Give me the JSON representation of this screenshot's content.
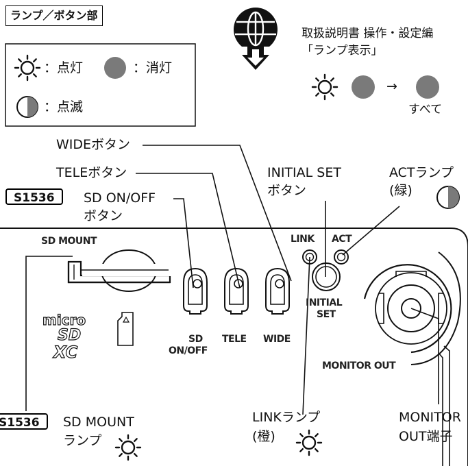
{
  "legend": {
    "title": "ランプ／ボタン部",
    "lit_label": "：点灯",
    "off_label": "：消灯",
    "blink_label": "：点滅"
  },
  "manual": {
    "line1": "取扱説明書 操作・設定編",
    "line2": "「ランプ表示」",
    "all_label": "すべて",
    "arrow": "→"
  },
  "callouts": {
    "wide_button": "WIDEボタン",
    "tele_button": "TELEボタン",
    "sd_onoff_line1": "SD ON/OFF",
    "sd_onoff_line2": "ボタン",
    "model_badge": "S1536",
    "initial_set_line1": "INITIAL SET",
    "initial_set_line2": "ボタン",
    "act_lamp_line1": "ACTランプ",
    "act_lamp_line2": "(緑)",
    "sd_mount_line1": "SD MOUNT",
    "sd_mount_line2": "ランプ",
    "link_lamp_line1": "LINKランプ",
    "link_lamp_line2": "(橙)",
    "monitor_line1": "MONITOR",
    "monitor_line2": "OUT端子"
  },
  "panel_labels": {
    "sd_mount": "SD MOUNT",
    "link": "LINK",
    "act": "ACT",
    "initial": "INITIAL",
    "set": "SET",
    "sd": "SD",
    "onoff": "ON/OFF",
    "tele": "TELE",
    "wide": "WIDE",
    "monitor_out": "MONITOR OUT",
    "micro": "micro",
    "sd_logo": "SD",
    "xc": "XC"
  },
  "colors": {
    "off_lamp": "#7a7a7a",
    "line": "#111111"
  },
  "icons": [
    "globe-download-icon",
    "lamp-lit-icon",
    "lamp-off-icon",
    "lamp-blink-icon",
    "microsd-card-icon"
  ]
}
